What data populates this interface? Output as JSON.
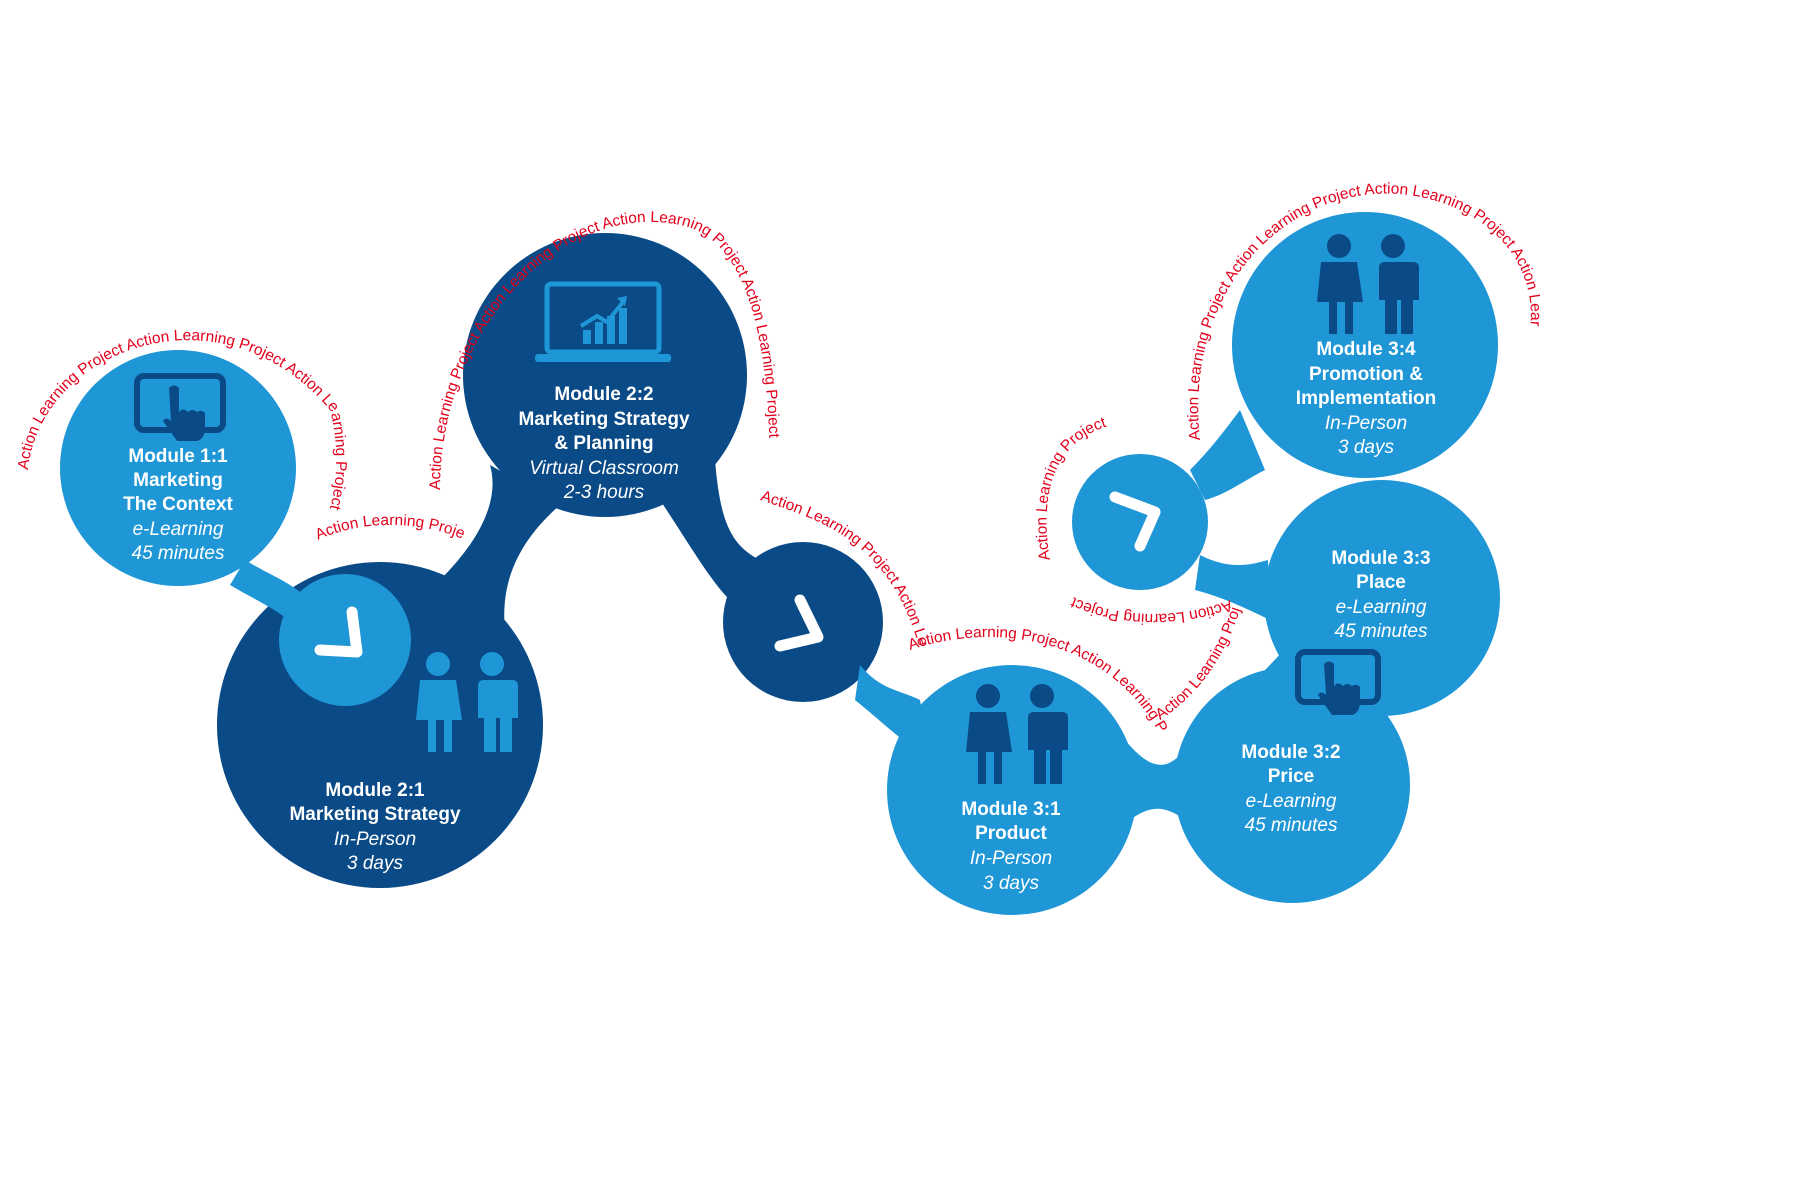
{
  "colors": {
    "dark_blue": "#0a4a86",
    "light_blue": "#1f97d6",
    "red_text": "#e3001b",
    "white": "#ffffff"
  },
  "ribbon_text": "Action Learning Project",
  "modules": [
    {
      "id": "m11",
      "title": "Module 1:1",
      "name_lines": [
        "Marketing",
        "The Context"
      ],
      "format": "e-Learning",
      "duration": "45 minutes",
      "icon": "tablet-touch-icon"
    },
    {
      "id": "m21",
      "title": "Module 2:1",
      "name_lines": [
        "Marketing Strategy"
      ],
      "format": "In-Person",
      "duration": "3 days",
      "icon": "people-icon"
    },
    {
      "id": "m22",
      "title": "Module 2:2",
      "name_lines": [
        "Marketing Strategy",
        "& Planning"
      ],
      "format": "Virtual Classroom",
      "duration": "2-3 hours",
      "icon": "laptop-chart-icon"
    },
    {
      "id": "m31",
      "title": "Module 3:1",
      "name_lines": [
        "Product"
      ],
      "format": "In-Person",
      "duration": "3 days",
      "icon": "people-icon"
    },
    {
      "id": "m32",
      "title": "Module 3:2",
      "name_lines": [
        "Price"
      ],
      "format": "e-Learning",
      "duration": "45 minutes",
      "icon": "tablet-touch-icon"
    },
    {
      "id": "m33",
      "title": "Module 3:3",
      "name_lines": [
        "Place"
      ],
      "format": "e-Learning",
      "duration": "45 minutes",
      "icon": ""
    },
    {
      "id": "m34",
      "title": "Module 3:4",
      "name_lines": [
        "Promotion &",
        "Implementation"
      ],
      "format": "In-Person",
      "duration": "3 days",
      "icon": "people-icon"
    }
  ],
  "clock_icons": [
    "clock-icon-1",
    "clock-icon-2",
    "clock-icon-3"
  ]
}
